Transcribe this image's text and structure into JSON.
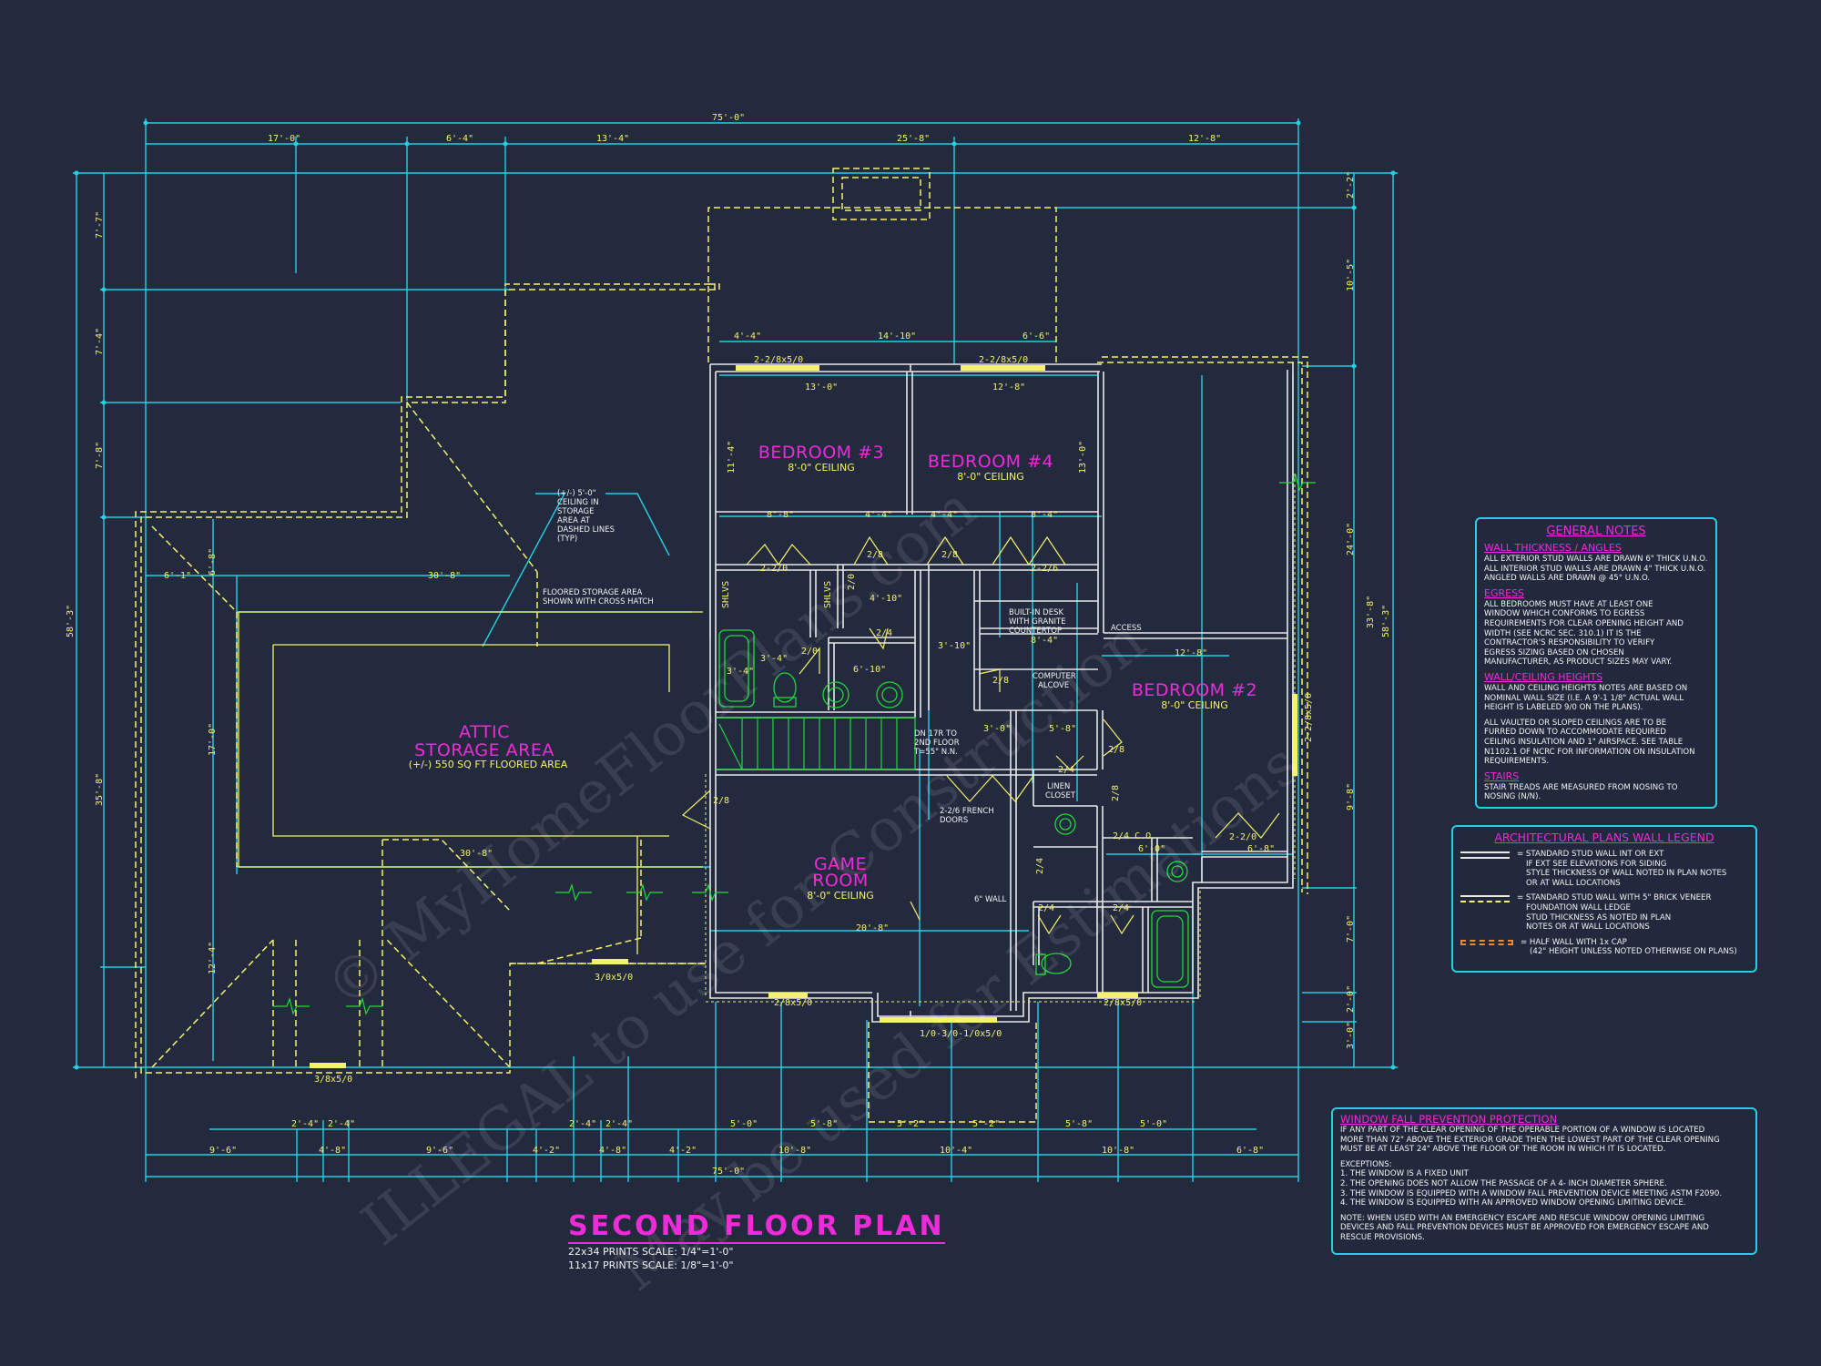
{
  "rooms": {
    "bedroom3": {
      "name": "BEDROOM #3",
      "ceiling": "8'-0\" CEILING"
    },
    "bedroom4": {
      "name": "BEDROOM #4",
      "ceiling": "8'-0\" CEILING"
    },
    "bedroom2": {
      "name": "BEDROOM #2",
      "ceiling": "8'-0\" CEILING"
    },
    "game_room": {
      "line1": "GAME",
      "line2": "ROOM",
      "ceiling": "8'-0\" CEILING"
    },
    "attic": {
      "line1": "ATTIC",
      "line2": "STORAGE AREA",
      "area": "(+/-) 550 SQ FT FLOORED AREA"
    }
  },
  "plan_labels": {
    "storage_ceiling": [
      "(+/-) 5'-0\"",
      "CEILING IN",
      "STORAGE",
      "AREA AT",
      "DASHED LINES",
      "(TYP)"
    ],
    "floored_storage": [
      "FLOORED STORAGE AREA",
      "SHOWN WITH CROSS HATCH"
    ],
    "built_in_desk": [
      "BUILT-IN DESK",
      "WITH GRANITE",
      "COUNTERTOP"
    ],
    "computer_alcove": [
      "COMPUTER",
      "ALCOVE"
    ],
    "access": "ACCESS",
    "linen_closet": [
      "LINEN",
      "CLOSET"
    ],
    "stair_note": [
      "DN 17R TO",
      "2ND FLOOR",
      "T=55\" N.N."
    ],
    "french_doors": [
      "2-2/6 FRENCH",
      "DOORS"
    ],
    "wall_6": "6\" WALL",
    "shelves": "SHLVS",
    "co": "2/4 C.O.",
    "dim_top_overall": "75'-0\"",
    "dim_bottom_overall": "75'-0\"",
    "dim_left_overall": "58'-3\"",
    "dim_right_overall": "58'-3\"",
    "dims_top": [
      "17'-0\"",
      "6'-4\"",
      "13'-4\"",
      "25'-8\"",
      "12'-8\""
    ],
    "dims_top_inner": [
      "4'-4\"",
      "14'-10\"",
      "6'-6\""
    ],
    "dims_bottom_row1": [
      "2'-4\"",
      "2'-4\"",
      "2'-4\"",
      "2'-4\"",
      "5'-0\"",
      "5'-8\"",
      "5'-2\"",
      "5'-2\"",
      "5'-8\"",
      "5'-0\""
    ],
    "dims_bottom_row2": [
      "9'-6\"",
      "4'-8\"",
      "9'-6\"",
      "4'-2\"",
      "4'-8\"",
      "4'-2\"",
      "10'-8\"",
      "10'-4\"",
      "10'-8\"",
      "6'-8\""
    ],
    "dims_left": [
      "7'-7\"",
      "7'-4\"",
      "7'-8\"",
      "6'-8\"",
      "17'-0\"",
      "12'-4\"",
      "35'-8\""
    ],
    "dims_right": [
      "2'-2\"",
      "10'-5\"",
      "24'-0\"",
      "33'-8\"",
      "9'-8\"",
      "7'-0\"",
      "2'-0\"",
      "3'-0\""
    ],
    "dims_interior": [
      "13'-0\"",
      "12'-8\"",
      "8'-8\"",
      "4'-4\"",
      "4'-4\"",
      "8'-4\"",
      "4'-10\"",
      "6'-10\"",
      "8'-4\"",
      "12'-8\"",
      "3'-0\"",
      "5'-8\"",
      "30'-8\"",
      "30'-8\"",
      "20'-8\"",
      "6'-8\"",
      "6'-0\"",
      "11'-4\"",
      "13'-0\"",
      "6'-1\"",
      "3'-4\"",
      "3'-4\"",
      "3'-10\""
    ],
    "windows": [
      "2-2/8x5/0",
      "2-2/8x5/0",
      "2-2/8x5/0",
      "2/8x5/0",
      "2/8x5/0",
      "3/0x5/0",
      "3/8x5/0",
      "1/0-3/0-1/0x5/0"
    ],
    "doors": [
      "2-2/0",
      "2/8",
      "2/8",
      "2-2/6",
      "2/0",
      "2/4",
      "2/8",
      "2/8",
      "2/8",
      "2/4",
      "2/4",
      "2/4",
      "2/4",
      "2-2/0",
      "2/0",
      "2/8"
    ]
  },
  "title": {
    "main": "SECOND FLOOR PLAN",
    "scale1": "22x34 PRINTS SCALE: 1/4\"=1'-0\"",
    "scale2": "11x17 PRINTS SCALE: 1/8\"=1'-0\""
  },
  "general_notes": {
    "heading": "GENERAL NOTES",
    "sec1_title": "WALL THICKNESS / ANGLES",
    "sec1_lines": [
      "ALL EXTERIOR STUD WALLS ARE DRAWN 6\" THICK U.N.O.",
      "ALL INTERIOR STUD WALLS ARE DRAWN 4\" THICK U.N.O.",
      "ANGLED WALLS ARE DRAWN @ 45° U.N.O."
    ],
    "sec2_title": "EGRESS",
    "sec2_lines": [
      "ALL BEDROOMS MUST HAVE AT LEAST ONE",
      "WINDOW WHICH CONFORMS TO EGRESS",
      "REQUIREMENTS FOR CLEAR OPENING HEIGHT AND",
      "WIDTH (SEE NCRC SEC. 310.1) IT IS THE",
      "CONTRACTOR'S RESPONSIBILITY TO VERIFY",
      "EGRESS SIZING BASED ON CHOSEN",
      "MANUFACTURER, AS PRODUCT SIZES MAY VARY."
    ],
    "sec3_title": "WALL/CEILING HEIGHTS",
    "sec3_lines": [
      "WALL AND CEILING HEIGHTS NOTES ARE BASED ON",
      "NOMINAL WALL SIZE (I.E. A 9'-1 1/8\" ACTUAL WALL",
      "HEIGHT IS LABELED 9/0 ON THE PLANS).",
      "",
      "ALL VAULTED OR SLOPED CEILINGS ARE TO BE",
      "FURRED DOWN TO ACCOMMODATE REQUIRED",
      "CEILING INSULATION AND 1\" AIRSPACE. SEE TABLE",
      "N1102.1 OF NCRC FOR INFORMATION ON INSULATION",
      "REQUIREMENTS."
    ],
    "sec4_title": "STAIRS",
    "sec4_lines": [
      "STAIR TREADS ARE MEASURED FROM NOSING TO",
      "NOSING (N/N)."
    ]
  },
  "legend": {
    "heading": "ARCHITECTURAL PLANS WALL LEGEND",
    "items": [
      {
        "lines": [
          "= STANDARD STUD WALL INT OR EXT",
          "IF EXT SEE ELEVATIONS FOR SIDING",
          "STYLE THICKNESS OF WALL NOTED IN PLAN NOTES",
          "OR AT WALL LOCATIONS"
        ]
      },
      {
        "lines": [
          "= STANDARD STUD WALL WITH 5\" BRICK VENEER",
          "FOUNDATION WALL LEDGE",
          "STUD THICKNESS AS NOTED IN PLAN",
          "NOTES OR AT WALL LOCATIONS"
        ]
      },
      {
        "lines": [
          "= HALF WALL WITH 1x CAP",
          "(42\" HEIGHT UNLESS NOTED OTHERWISE ON PLANS)"
        ]
      }
    ]
  },
  "window_fall": {
    "heading": "WINDOW FALL PREVENTION PROTECTION",
    "lines": [
      "IF ANY PART OF THE CLEAR OPENING OF THE OPERABLE PORTION OF A WINDOW IS LOCATED",
      "MORE THAN 72\" ABOVE THE EXTERIOR GRADE THEN THE LOWEST PART OF THE CLEAR OPENING",
      "MUST BE AT LEAST 24\" ABOVE THE FLOOR OF THE ROOM IN WHICH IT IS LOCATED.",
      "",
      "EXCEPTIONS:",
      "1.   THE WINDOW IS A FIXED UNIT",
      "2.   THE OPENING DOES NOT ALLOW THE PASSAGE OF A 4- INCH DIAMETER SPHERE.",
      "3.   THE WINDOW IS EQUIPPED WITH A WINDOW FALL PREVENTION DEVICE MEETING ASTM F2090.",
      "4.   THE WINDOW IS EQUIPPED WITH AN APPROVED WINDOW OPENING LIMITING DEVICE.",
      "",
      "NOTE: WHEN USED WITH AN EMERGENCY ESCAPE AND RESCUE WINDOW OPENING LIMITING",
      "DEVICES AND FALL PREVENTION DEVICES MUST BE APPROVED FOR EMERGENCY ESCAPE AND",
      "RESCUE PROVISIONS."
    ]
  },
  "watermark": {
    "line1": "© MyHomeFloorPlans.com",
    "line2": "ILLEGAL to use for Construction",
    "line3": "May be used for Estimations"
  },
  "colors": {
    "background": "#232a3e",
    "dimension": "#25d0e4",
    "roof": "#f4f26a",
    "wall": "#e8e8e8",
    "fixture": "#1fd93a",
    "title": "#ee2bd9"
  }
}
